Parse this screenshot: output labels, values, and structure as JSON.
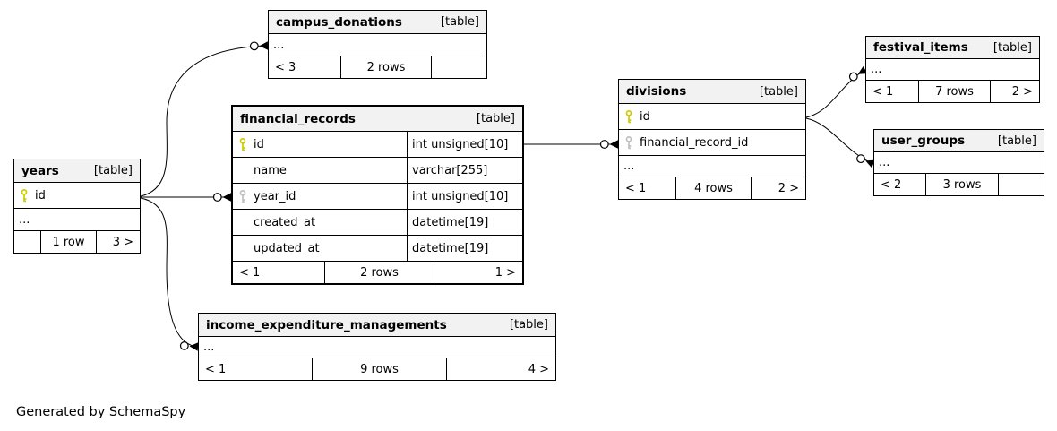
{
  "app": {
    "generator_note": "Generated by SchemaSpy"
  },
  "colors": {
    "primary_key": "#cccc00",
    "foreign_key": "#c0c0c0",
    "header_bg": "#f2f2f2",
    "line": "#000000"
  },
  "tables": {
    "campus_donations": {
      "name": "campus_donations",
      "type_label": "[table]",
      "ellipsis": "...",
      "footer": {
        "left": "< 3",
        "center": "2 rows",
        "right": ""
      }
    },
    "financial_records": {
      "name": "financial_records",
      "type_label": "[table]",
      "columns": [
        {
          "key": "primary",
          "name": "id",
          "type": "int unsigned[10]"
        },
        {
          "key": "",
          "name": "name",
          "type": "varchar[255]"
        },
        {
          "key": "foreign",
          "name": "year_id",
          "type": "int unsigned[10]"
        },
        {
          "key": "",
          "name": "created_at",
          "type": "datetime[19]"
        },
        {
          "key": "",
          "name": "updated_at",
          "type": "datetime[19]"
        }
      ],
      "footer": {
        "left": "< 1",
        "center": "2 rows",
        "right": "1 >"
      }
    },
    "years": {
      "name": "years",
      "type_label": "[table]",
      "columns": [
        {
          "key": "primary",
          "name": "id"
        }
      ],
      "ellipsis": "...",
      "footer": {
        "left": "",
        "center": "1 row",
        "right": "3 >"
      }
    },
    "divisions": {
      "name": "divisions",
      "type_label": "[table]",
      "columns": [
        {
          "key": "primary",
          "name": "id"
        },
        {
          "key": "foreign",
          "name": "financial_record_id"
        }
      ],
      "ellipsis": "...",
      "footer": {
        "left": "< 1",
        "center": "4 rows",
        "right": "2 >"
      }
    },
    "festival_items": {
      "name": "festival_items",
      "type_label": "[table]",
      "ellipsis": "...",
      "footer": {
        "left": "< 1",
        "center": "7 rows",
        "right": "2 >"
      }
    },
    "user_groups": {
      "name": "user_groups",
      "type_label": "[table]",
      "ellipsis": "...",
      "footer": {
        "left": "< 2",
        "center": "3 rows",
        "right": ""
      }
    },
    "income_expenditure_managements": {
      "name": "income_expenditure_managements",
      "type_label": "[table]",
      "ellipsis": "...",
      "footer": {
        "left": "< 1",
        "center": "9 rows",
        "right": "4 >"
      }
    }
  },
  "relationships": [
    "years.id -> financial_records.year_id",
    "years.id -> campus_donations",
    "years.id -> income_expenditure_managements",
    "financial_records.id -> divisions.financial_record_id",
    "divisions.id -> festival_items",
    "divisions.id -> user_groups"
  ]
}
